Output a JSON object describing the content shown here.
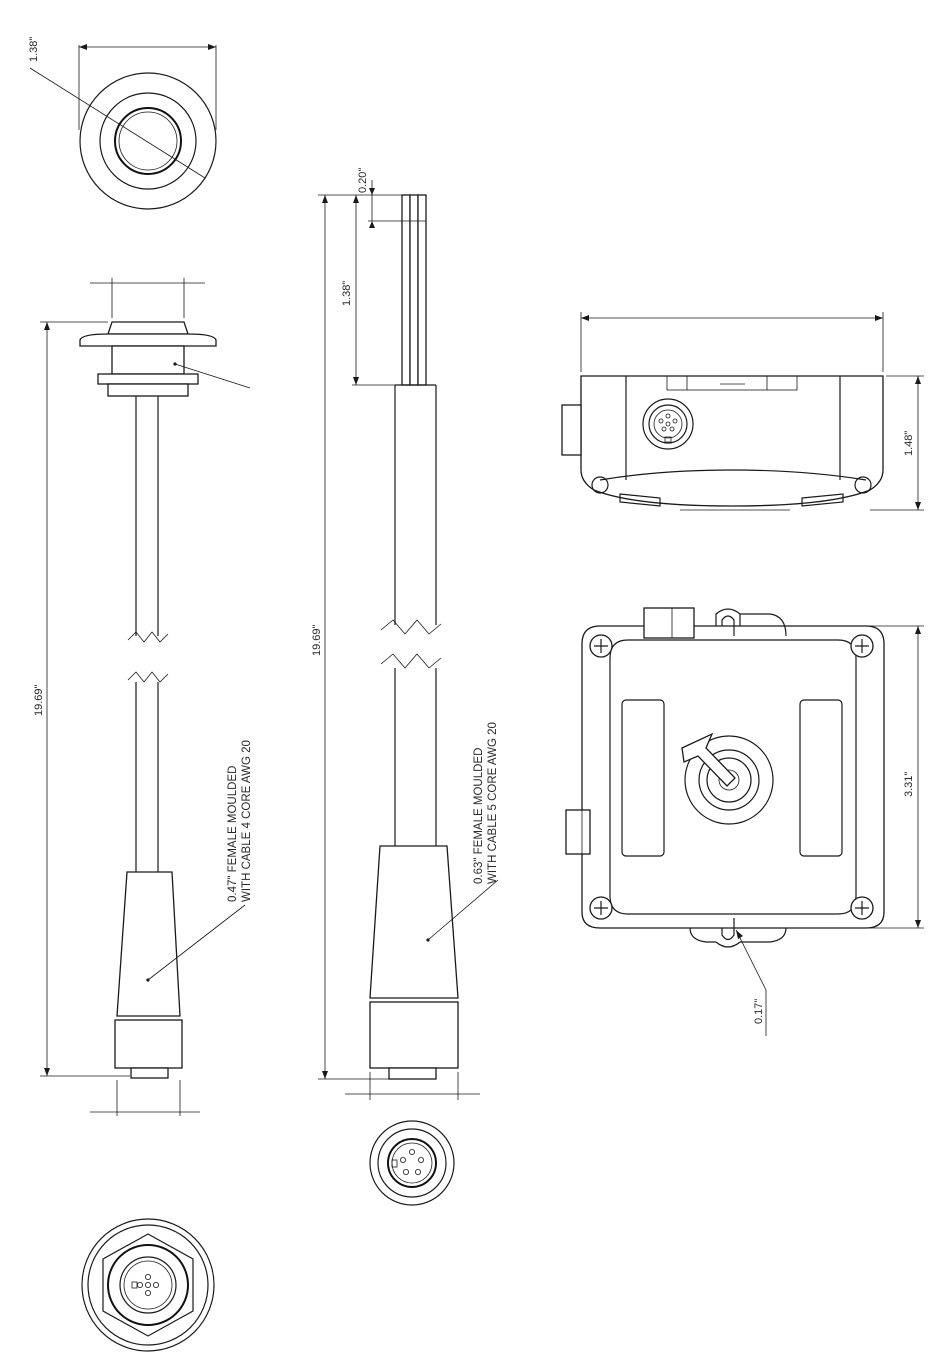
{
  "dimensions": {
    "sensor_head_diameter": "1.38\"",
    "cable4_overall_length": "19.69\"",
    "cable5_strip_length": "0.20\"",
    "cable5_wire_length": "1.38\"",
    "cable5_overall_length": "19.69\"",
    "box_height": "1.48\"",
    "box_depth": "3.31\"",
    "slot_width": "0.17\""
  },
  "notes": {
    "cable4_line1": "0.47\" FEMALE MOULDED",
    "cable4_line2": "WITH CABLE 4 CORE AWG 20",
    "cable5_line1": "0.63\" FEMALE MOULDED",
    "cable5_line2": "WITH CABLE 5 CORE AWG 20"
  },
  "colors": {
    "line": "#1a1a1a",
    "background": "#ffffff"
  }
}
